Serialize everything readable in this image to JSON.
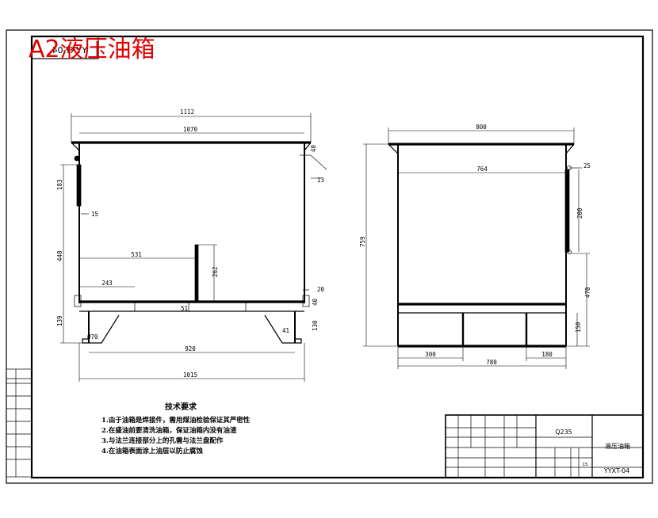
{
  "title": "A2液压油箱",
  "drawing_code_mirrored": "YYXT-04",
  "front_view": {
    "dims": {
      "width_overall": "1112",
      "width_inner": "1070",
      "h_top": "183",
      "h_mid": "440",
      "h_bottom": "139",
      "plate": "15",
      "div_x": "531",
      "div_h": "262",
      "div_x2": "243",
      "rib": "51",
      "foot": "Ø70",
      "foot_span": "920",
      "base": "1015",
      "right_a": "40",
      "right_b": "13",
      "right_c": "20",
      "right_d": "40",
      "right_e": "130",
      "right_f": "41"
    }
  },
  "side_view": {
    "dims": {
      "width_top": "800",
      "width_inner": "764",
      "height": "759",
      "h_lower": "470",
      "h_foot": "150",
      "flange": "25",
      "gauge": "200",
      "left": "300",
      "mid": "780",
      "right": "180"
    }
  },
  "notes": {
    "heading": "技术要求",
    "items": [
      "1.由于油箱是焊接件，需用煤油检验保证其严密性",
      "2.在盛油前要清洗油箱，保证油箱内没有油渣",
      "3.与法兰连接部分上的孔需与法兰盘配作",
      "4.在油箱表面涂上油层以防止腐蚀"
    ]
  },
  "title_block": {
    "material": "Q235",
    "part_name": "液压油箱",
    "code": "YYXT-04",
    "scale": "15"
  }
}
